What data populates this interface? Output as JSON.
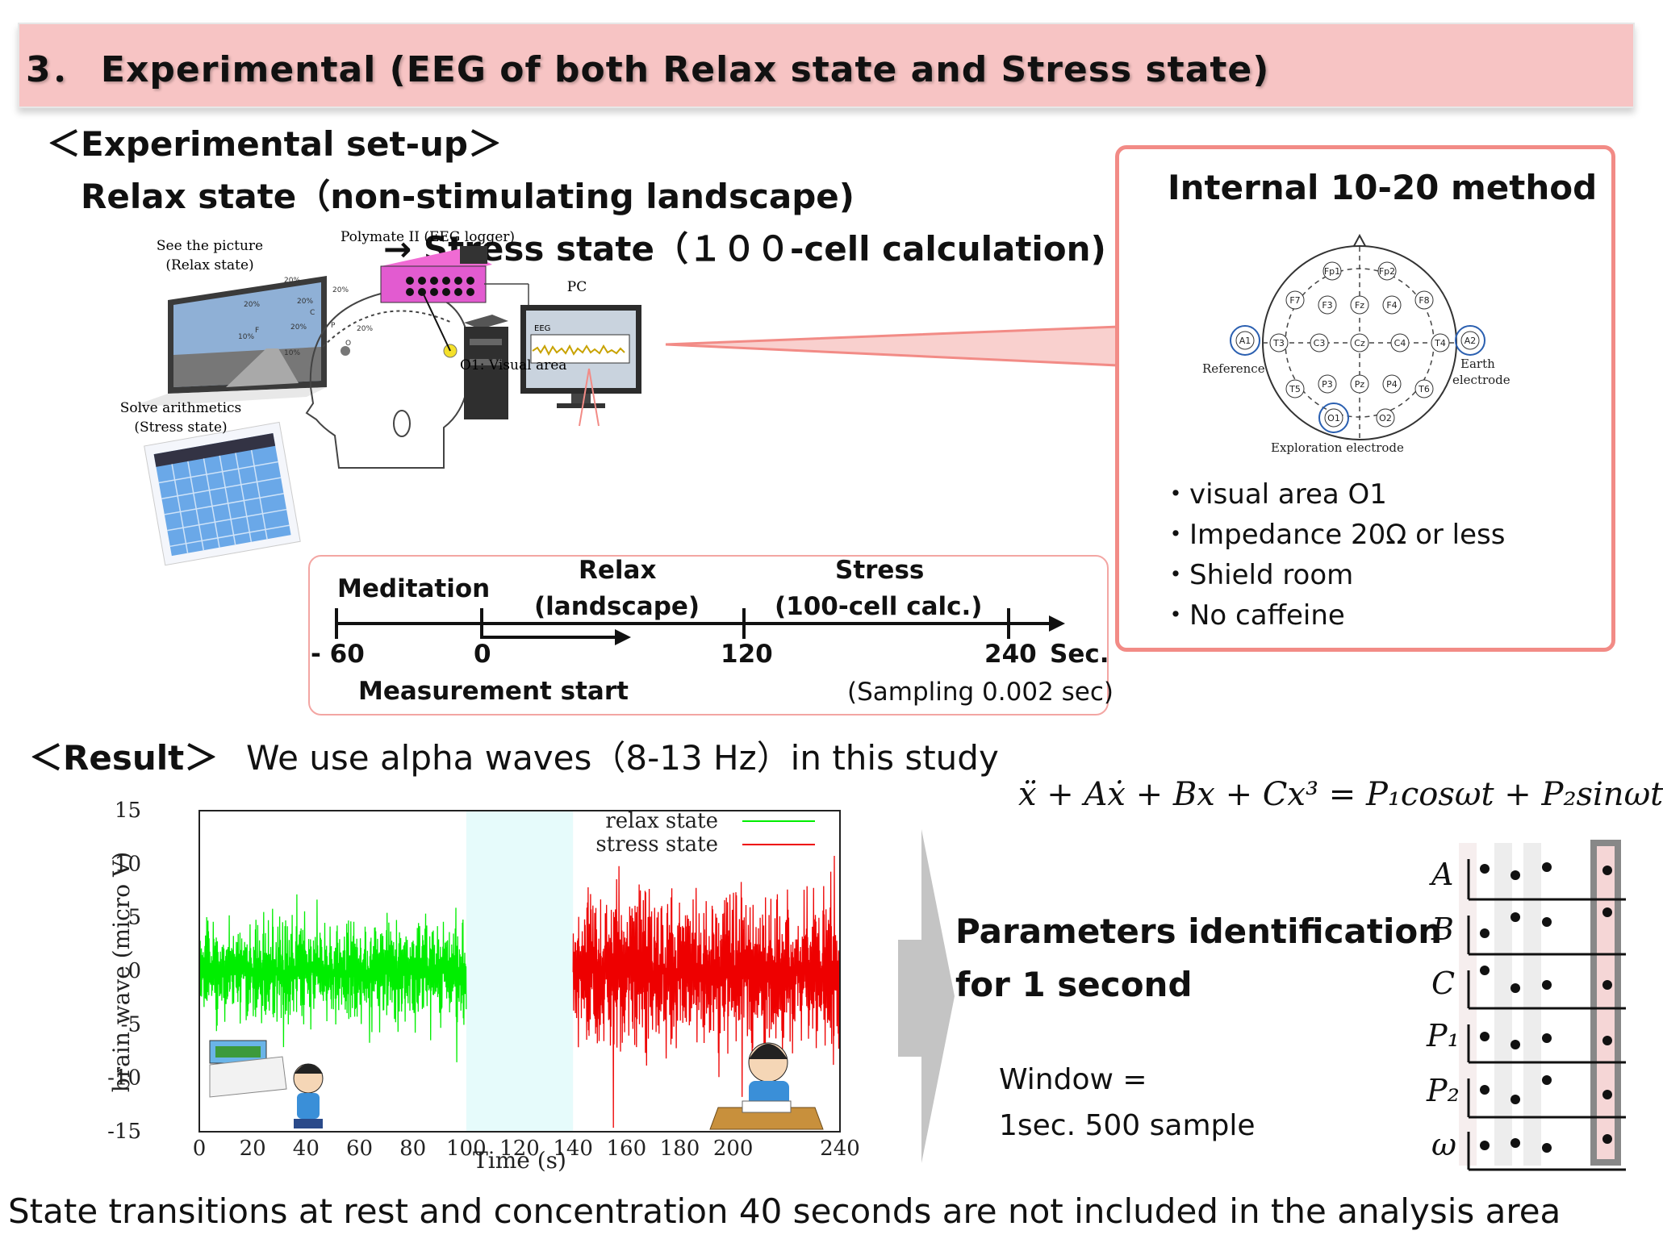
{
  "header": {
    "title": "3． Experimental (EEG of both Relax state and Stress state)"
  },
  "setup": {
    "heading": "＜Experimental set-up＞",
    "relax_line": "Relax state（non-stimulating landscape)",
    "stress_line": "→  Stress state（１００-cell calculation)"
  },
  "figure": {
    "see_picture": "See the picture",
    "relax_state": "(Relax state)",
    "solve_arith": "Solve arithmetics",
    "stress_state": "(Stress state)",
    "logger": "Polymate II (EEG logger)",
    "pc": "PC",
    "eeg": "EEG",
    "o1": "O1: Visual area",
    "pct": [
      "20%",
      "20%",
      "20%",
      "20%",
      "20%",
      "20%",
      "10%",
      "10%"
    ],
    "head_labels": [
      "F",
      "C",
      "P",
      "O"
    ]
  },
  "method": {
    "title": "Internal 10-20 method",
    "electrodes": [
      "Fp1",
      "Fp2",
      "F7",
      "F3",
      "Fz",
      "F4",
      "F8",
      "A1",
      "T3",
      "C3",
      "Cz",
      "C4",
      "T4",
      "A2",
      "T5",
      "P3",
      "Pz",
      "P4",
      "T6",
      "O1",
      "O2"
    ],
    "reference": "Reference",
    "earth": "Earth",
    "electrode": "electrode",
    "exploration": "Exploration electrode",
    "bullets": [
      "・visual area O1",
      "・Impedance 20Ω or less",
      "・Shield room",
      "・No caffeine"
    ]
  },
  "timeline": {
    "meditation": "Meditation",
    "relax": "Relax",
    "landscape": "(landscape)",
    "stress": "Stress",
    "calc": "(100-cell calc.)",
    "ticks": [
      "- 60",
      "0",
      "120",
      "240"
    ],
    "unit": "Sec.",
    "measurement_start": "Measurement start",
    "sampling": "(Sampling 0.002 sec)"
  },
  "result": {
    "heading": "＜Result＞",
    "text": "We use alpha waves（8-13 Hz）in this study"
  },
  "chart_data": {
    "type": "line",
    "ylabel": "brain wave (micro V)",
    "xlabel": "Time (s)",
    "xlim": [
      0,
      240
    ],
    "ylim": [
      -15,
      15
    ],
    "xticks": [
      "0",
      "20",
      "40",
      "60",
      "80",
      "100",
      "120",
      "140",
      "160",
      "180",
      "200",
      "240"
    ],
    "yticks": [
      "15",
      "10",
      "5",
      "0",
      "-5",
      "-10",
      "-15"
    ],
    "legend_position": "top-right",
    "series": [
      {
        "name": "relax state",
        "color": "#00ee00",
        "x_range": [
          0,
          100
        ],
        "approx_amplitude": 4,
        "approx_peak": 9
      },
      {
        "name": "stress state",
        "color": "#ee0000",
        "x_range": [
          140,
          240
        ],
        "approx_amplitude": 6,
        "approx_peak": 15
      }
    ],
    "excluded_region": [
      100,
      140
    ]
  },
  "equation": "ẍ + Aẋ + Bx + Cx³ = P₁cosωt + P₂sinωt",
  "params": {
    "title_line1": "Parameters identification",
    "title_line2": "for 1 second",
    "window1": "Window =",
    "window2": "1sec. 500 sample",
    "labels": [
      "A",
      "B",
      "C",
      "P₁",
      "P₂",
      "ω"
    ]
  },
  "footer": "State transitions at rest and concentration 40 seconds are not included in the analysis area",
  "colors": {
    "header_bg": "#f7c4c4",
    "box_border": "#f28b86",
    "relax": "#00ee00",
    "stress": "#ee0000"
  }
}
